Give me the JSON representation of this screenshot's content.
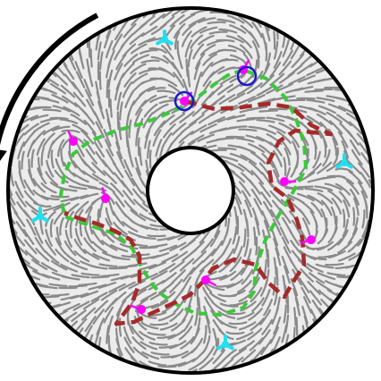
{
  "colors": {
    "background": "#ffffff",
    "annulus_fill": "#ececec",
    "streamline": "#8a8a8a",
    "rim": "#000000",
    "rotation_arrow": "#000000",
    "red_path": "#a52a2a",
    "green_path": "#3cc83c",
    "plus_half_defect": "#ff00ff",
    "minus_half_defect": "#1ee0f0",
    "circled_marker": "#1a1acc"
  },
  "icons": {
    "rotation": "counterclockwise-arrow-icon",
    "plus_defect": "comet-defect-icon",
    "minus_defect": "trefoil-defect-icon",
    "circled": "circle-marker-icon"
  },
  "counts": {
    "plus_half_defects": 8,
    "minus_half_defects": 4,
    "circled_defects": 2
  }
}
